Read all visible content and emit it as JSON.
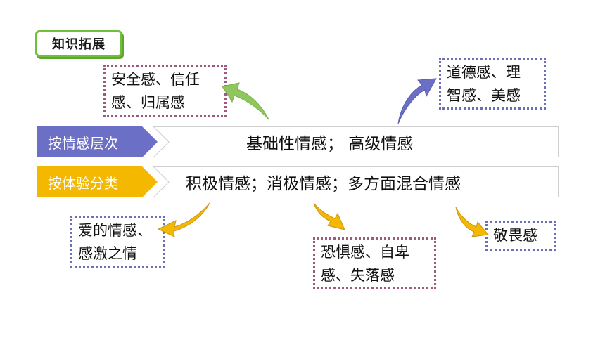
{
  "badge": {
    "label": "知识拓展"
  },
  "rows": [
    {
      "label": "按情感层次",
      "content": "基础性情感；    高级情感",
      "color": "#6b6fc6"
    },
    {
      "label": "按体验分类",
      "content": "积极情感；消极情感；多方面混合情感",
      "color": "#f5b800"
    }
  ],
  "boxes": {
    "security": {
      "line1": "安全感、信任",
      "line2": "感、归属感"
    },
    "moral": {
      "line1": "道德感、理",
      "line2": "智感、美感"
    },
    "love": {
      "line1": "爱的情感、",
      "line2": "感激之情"
    },
    "fear": {
      "line1": "恐惧感、自卑",
      "line2": "感、失落感"
    },
    "awe": {
      "line1": "敬畏感"
    }
  },
  "colors": {
    "green_arrow": "#8fc65e",
    "blue_arrow": "#6b6fc6",
    "gold_arrow": "#f5b800"
  }
}
